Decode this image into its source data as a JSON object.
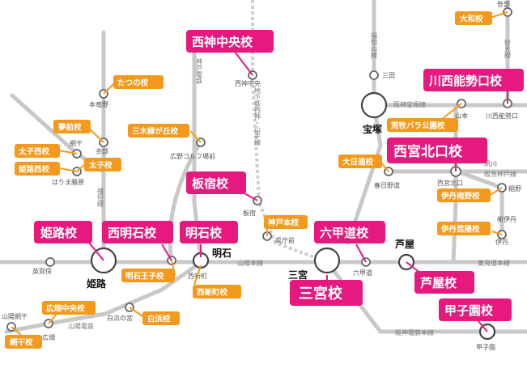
{
  "colors": {
    "pink": "#e5197e",
    "orange": "#f39a1e",
    "rail": "#c8c8c8",
    "subway": "#c8c8c8"
  },
  "schools_major": {
    "seishin_chuo": "西神中央校",
    "kawanishi": "川西能勢口校",
    "nishinomiya_kitaguchi": "西宮北口校",
    "itayado": "板宿校",
    "himeji": "姫路校",
    "nishiakashi": "西明石校",
    "akashi": "明石校",
    "rokkomichi": "六甲道校",
    "sannomiya": "三宮校",
    "ashiya": "芦屋校",
    "koshien": "甲子園校"
  },
  "schools_satellite": {
    "yamato": "大和校",
    "tatsuno": "たつの校",
    "yumesaki": "夢前校",
    "taishinishi": "太子西校",
    "taishi": "太子校",
    "himejinishi": "姫路西校",
    "mikiryokugaoka": "三木緑が丘校",
    "kobehonsen": "神戸本校",
    "araishimabara": "荒牧バラ公園校",
    "ohirakidori": "大日通校",
    "itamiminamino": "伊丹南野校",
    "itamikoyo": "伊丹昆陽校",
    "akashiouji": "明石王子校",
    "nishishinmachi": "西新町校",
    "shirahama": "白浜校",
    "hirohatachuo": "広畑中央校",
    "aboshi": "網干校"
  },
  "major_stations": {
    "himeji": "姫路",
    "akashi": "明石",
    "sannomiya": "三宮",
    "takarazuka": "宝塚",
    "ashiya": "芦屋"
  },
  "stations": {
    "sasabe": "笹部",
    "sanda": "三田",
    "seishinchuo": "西神中央",
    "hontatsuno": "本竜野",
    "aboshi_n": "網干",
    "yobe": "余部",
    "harimakatsuhara": "はりま勝原",
    "hironogolf": "広野ゴルフ場前",
    "itayado": "板宿",
    "kenchomae": "県庁前",
    "yamamoto": "山本",
    "kawanishinoseguchi": "川西能勢口",
    "nishinomiyakita": "西宮北口",
    "shukugawa": "夙川",
    "inano": "稲野",
    "shinitami": "新伊丹",
    "itami": "伊丹",
    "kasugano": "春日野道",
    "rokkomichi": "六甲道",
    "eiga": "英賀保",
    "nishishinmachi": "西新町",
    "shirahamanomiya": "白浜の宮",
    "sanyoaboshi": "山陽網干",
    "hirohata": "広畑",
    "koshien": "甲子園"
  },
  "lines": {
    "fukuchiyama": "福知山線",
    "myoken": "妙見線",
    "kobedentetsu": "神戸電鉄",
    "bantan": "播但線",
    "hokushin": "地下鉄西神・山手線",
    "hanshintakarazuka": "阪神宝塚線",
    "hankyukobe": "阪急神戸線",
    "sanyohonsen": "山陽本線",
    "tokaido": "東海道本線",
    "sanyodentetsu": "山陽電鉄",
    "hanshindentetsu": "阪神電鉄本線"
  }
}
